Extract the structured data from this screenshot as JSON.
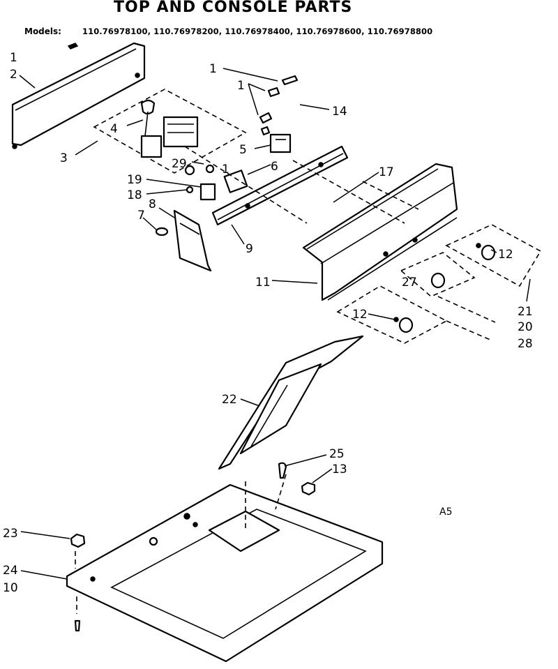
{
  "title": "TOP AND CONSOLE PARTS",
  "models_label": "Models:",
  "models": "110.76978100, 110.76978200, 110.76978400, 110.76978600, 110.76978800",
  "drawing_code": "A5",
  "callouts": {
    "c1a": "1",
    "c2": "2",
    "c3": "3",
    "c4": "4",
    "c29": "29",
    "c1b": "1",
    "c1c": "1",
    "c14": "14",
    "c5": "5",
    "c6": "6",
    "c1d": "1",
    "c17": "17",
    "c19": "19",
    "c18": "18",
    "c8": "8",
    "c7": "7",
    "c9": "9",
    "c11": "11",
    "c12a": "12",
    "c27": "27",
    "c12b": "12",
    "c21": "21",
    "c20": "20",
    "c28": "28",
    "c22": "22",
    "c25": "25",
    "c13": "13",
    "c23": "23",
    "c24": "24",
    "c10": "10"
  }
}
